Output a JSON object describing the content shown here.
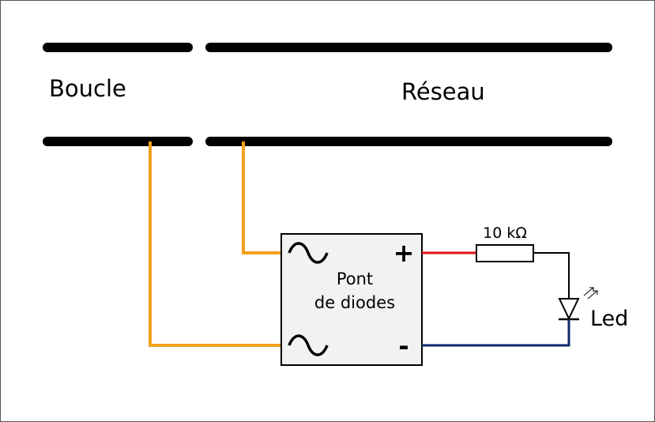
{
  "labels": {
    "boucle": "Boucle",
    "reseau": "Réseau",
    "bridge_line1": "Pont",
    "bridge_line2": "de diodes",
    "plus": "+",
    "minus": "-",
    "resistor": "10 kΩ",
    "led": "Led"
  },
  "colors": {
    "orange_wire": "#f2a01c",
    "red_wire": "#e0101a",
    "blue_wire": "#0f2a6b",
    "box_fill": "#f2f2f2"
  }
}
